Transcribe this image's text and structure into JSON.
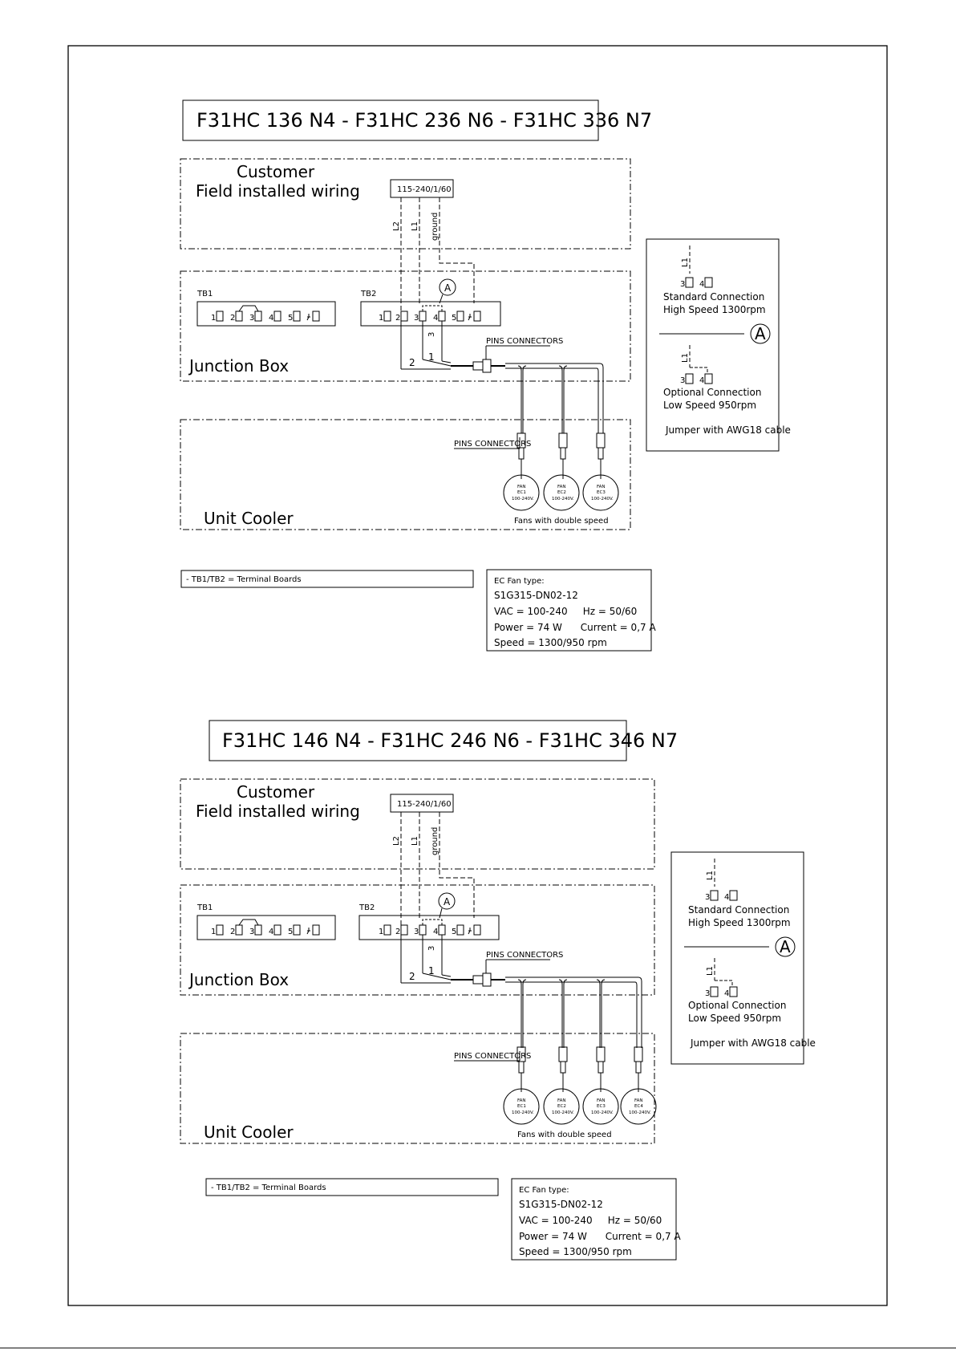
{
  "diagrams": [
    {
      "title": "F31HC 136 N4 - F31HC 236 N6 - F31HC 336 N7",
      "customer_line1": "Customer",
      "customer_line2": "Field installed wiring",
      "supply": "115-240/1/60",
      "wire_l2": "L2",
      "wire_l1": "L1",
      "wire_ground": "ground",
      "tb1": "TB1",
      "tb2": "TB2",
      "terminals": [
        "1",
        "2",
        "3",
        "4",
        "5"
      ],
      "marker_a": "A",
      "pins_connectors": "PINS CONNECTORS",
      "wire_num_3": "3",
      "wire_num_2": "2",
      "wire_num_1": "1",
      "junction_box": "Junction Box",
      "unit_cooler": "Unit Cooler",
      "fans_caption": "Fans with double speed",
      "fans": [
        {
          "line1": "FAN",
          "line2": "EC1",
          "line3": "100-240V."
        },
        {
          "line1": "FAN",
          "line2": "EC2",
          "line3": "100-240V."
        },
        {
          "line1": "FAN",
          "line2": "EC3",
          "line3": "100-240V."
        }
      ],
      "side": {
        "l1": "L1",
        "t3": "3",
        "t4": "4",
        "standard_1": "Standard Connection",
        "standard_2": "High Speed 1300rpm",
        "optional_1": "Optional Connection",
        "optional_2": "Low Speed 950rpm",
        "jumper": "Jumper with AWG18 cable",
        "marker": "A"
      },
      "note": "- TB1/TB2 = Terminal Boards",
      "spec": [
        "EC Fan type:",
        "S1G315-DN02-12",
        "VAC = 100-240     Hz = 50/60",
        "Power = 74 W      Current = 0,7 A",
        "Speed = 1300/950 rpm"
      ]
    },
    {
      "title": "F31HC 146 N4 - F31HC 246 N6 - F31HC 346 N7",
      "customer_line1": "Customer",
      "customer_line2": "Field installed wiring",
      "supply": "115-240/1/60",
      "wire_l2": "L2",
      "wire_l1": "L1",
      "wire_ground": "ground",
      "tb1": "TB1",
      "tb2": "TB2",
      "terminals": [
        "1",
        "2",
        "3",
        "4",
        "5"
      ],
      "marker_a": "A",
      "pins_connectors": "PINS CONNECTORS",
      "wire_num_3": "3",
      "wire_num_2": "2",
      "wire_num_1": "1",
      "junction_box": "Junction Box",
      "unit_cooler": "Unit Cooler",
      "fans_caption": "Fans with double speed",
      "fans": [
        {
          "line1": "FAN",
          "line2": "EC1",
          "line3": "100-240V."
        },
        {
          "line1": "FAN",
          "line2": "EC2",
          "line3": "100-240V."
        },
        {
          "line1": "FAN",
          "line2": "EC3",
          "line3": "100-240V."
        },
        {
          "line1": "FAN",
          "line2": "EC4",
          "line3": "100-240V."
        }
      ],
      "side": {
        "l1": "L1",
        "t3": "3",
        "t4": "4",
        "standard_1": "Standard Connection",
        "standard_2": "High Speed 1300rpm",
        "optional_1": "Optional Connection",
        "optional_2": "Low Speed 950rpm",
        "jumper": "Jumper with AWG18 cable",
        "marker": "A"
      },
      "note": "- TB1/TB2 = Terminal Boards",
      "spec": [
        "EC Fan type:",
        "S1G315-DN02-12",
        "VAC = 100-240     Hz = 50/60",
        "Power = 74 W      Current = 0,7 A",
        "Speed = 1300/950 rpm"
      ]
    }
  ]
}
